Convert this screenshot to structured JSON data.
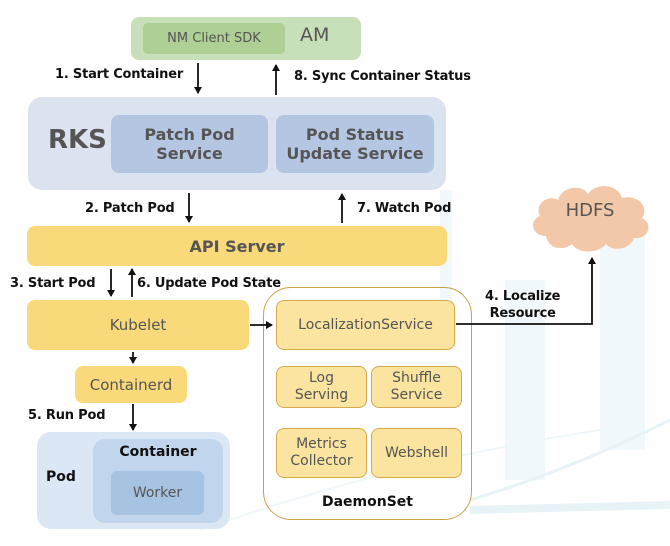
{
  "diagram": {
    "am": {
      "label": "AM",
      "sdk_label": "NM Client SDK"
    },
    "rks": {
      "label": "RKS",
      "patch_pod_service": [
        "Patch Pod",
        "Service"
      ],
      "pod_status_update_service": [
        "Pod Status",
        "Update Service"
      ]
    },
    "api_server": {
      "label": "API Server"
    },
    "kubelet": {
      "label": "Kubelet"
    },
    "containerd": {
      "label": "Containerd"
    },
    "pod": {
      "label": "Pod",
      "container_label": "Container",
      "worker_label": "Worker"
    },
    "daemonset": {
      "label": "DaemonSet",
      "localization_service": "LocalizationService",
      "log_serving": [
        "Log",
        "Serving"
      ],
      "shuffle_service": [
        "Shuffle",
        "Service"
      ],
      "metrics_collector": [
        "Metrics",
        "Collector"
      ],
      "webshell": "Webshell"
    },
    "hdfs": {
      "label": "HDFS"
    },
    "steps": {
      "s1": "1. Start Container",
      "s2": "2. Patch Pod",
      "s3": "3. Start Pod",
      "s4": [
        "4. Localize",
        "Resource"
      ],
      "s5": "5. Run Pod",
      "s6": "6. Update Pod State",
      "s7": "7. Watch Pod",
      "s8": "8. Sync Container Status"
    },
    "colors": {
      "am": "#c8e0b9",
      "sdk": "#aed094",
      "rks": "#dbe3f0",
      "rks_inner": "#b5c6e3",
      "yellow": "#f9d97a",
      "yellow_light": "#fbe3a0",
      "daemonset_border": "#c9a24a",
      "pod": "#dbe7f4",
      "container": "#c1d6ec",
      "worker": "#a6c3e2",
      "hdfs": "#f2c8a8"
    }
  }
}
